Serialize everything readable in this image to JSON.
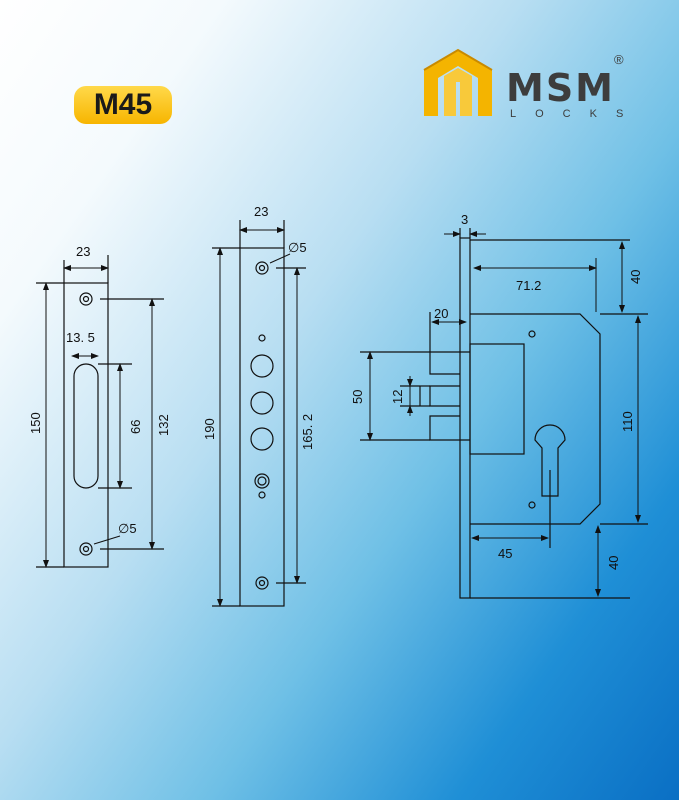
{
  "model_badge": "M45",
  "brand": {
    "name": "MSM",
    "subtitle": "LOCKS",
    "registered": "®"
  },
  "dimensions": {
    "strike_width": "23",
    "strike_height": "150",
    "strike_slot_offset": "13. 5",
    "strike_slot_length": "66",
    "strike_hole_spacing": "132",
    "strike_hole_dia": "∅5",
    "faceplate_width": "23",
    "faceplate_hole_dia": "∅5",
    "faceplate_height": "190",
    "faceplate_hole_spacing": "165. 2",
    "body_plate_thickness": "3",
    "body_depth": "71.2",
    "body_top_offset": "40",
    "latch_projection": "20",
    "latch_height": "50",
    "deadbolt_height": "12",
    "body_height": "110",
    "backset": "45",
    "body_bottom_offset": "40"
  }
}
